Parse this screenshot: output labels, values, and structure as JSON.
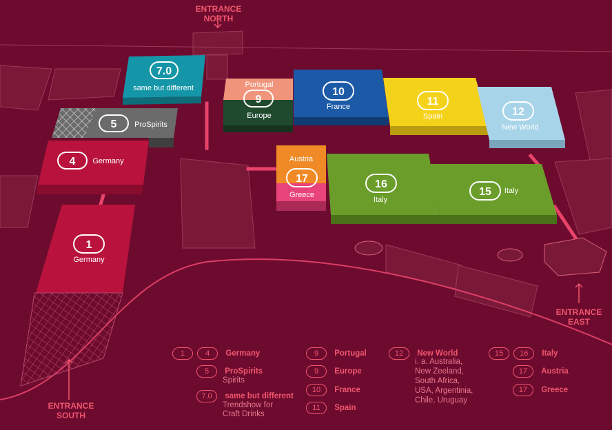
{
  "entrances": {
    "north": "ENTRANCE NORTH",
    "east": "ENTRANCE EAST",
    "south": "ENTRANCE SOUTH"
  },
  "halls": {
    "h1": {
      "num": "1",
      "label": "Germany",
      "color": "#b8123d"
    },
    "h4": {
      "num": "4",
      "label": "Germany",
      "color": "#b8123d"
    },
    "h5": {
      "num": "5",
      "label": "ProSpirits",
      "color": "#6b6b6b"
    },
    "h70": {
      "num": "7.0",
      "label": "same but different",
      "color": "#1596a8"
    },
    "h9": {
      "num": "9",
      "label_top": "Portugal",
      "label_bottom": "Europe",
      "color_top": "#f0957c",
      "color_bottom": "#1f4a2e"
    },
    "h10": {
      "num": "10",
      "label": "France",
      "color": "#1c5aa8"
    },
    "h11": {
      "num": "11",
      "label": "Spain",
      "color": "#f5d21a"
    },
    "h12": {
      "num": "12",
      "label": "New World",
      "color": "#a8d4ea"
    },
    "h15": {
      "num": "15",
      "label": "Italy",
      "color": "#6a9d2a"
    },
    "h16": {
      "num": "16",
      "label": "Italy",
      "color": "#6a9d2a"
    },
    "h17": {
      "num": "17",
      "label_top": "Austria",
      "label_bottom": "Greece",
      "color_top": "#ef8a26",
      "color_bottom": "#e8437a"
    }
  },
  "legend": {
    "col1": [
      {
        "nums": [
          "1",
          "4"
        ],
        "label": "Germany",
        "sub": []
      },
      {
        "nums": [
          "5"
        ],
        "label": "ProSpirits",
        "sub": [
          "Spirits"
        ]
      },
      {
        "nums": [
          "7.0"
        ],
        "label": "same but different",
        "sub": [
          "Trendshow for",
          "Craft Drinks"
        ]
      }
    ],
    "col2": [
      {
        "nums": [
          "9"
        ],
        "label": "Portugal"
      },
      {
        "nums": [
          "9"
        ],
        "label": "Europe"
      },
      {
        "nums": [
          "10"
        ],
        "label": "France"
      },
      {
        "nums": [
          "11"
        ],
        "label": "Spain"
      }
    ],
    "col3": [
      {
        "nums": [
          "12"
        ],
        "label": "New World",
        "sub": [
          "i. a. Australia,",
          "New Zeeland,",
          "South Africa,",
          "USA, Argentinia,",
          "Chile, Uruguay"
        ]
      }
    ],
    "col4": [
      {
        "nums": [
          "15",
          "16"
        ],
        "label": "Italy"
      },
      {
        "nums": [
          "17"
        ],
        "label": "Austria"
      },
      {
        "nums": [
          "17"
        ],
        "label": "Greece"
      }
    ]
  },
  "colors": {
    "background": "#6d0b2e",
    "outline": "#f0556e",
    "path": "#e8436a"
  }
}
